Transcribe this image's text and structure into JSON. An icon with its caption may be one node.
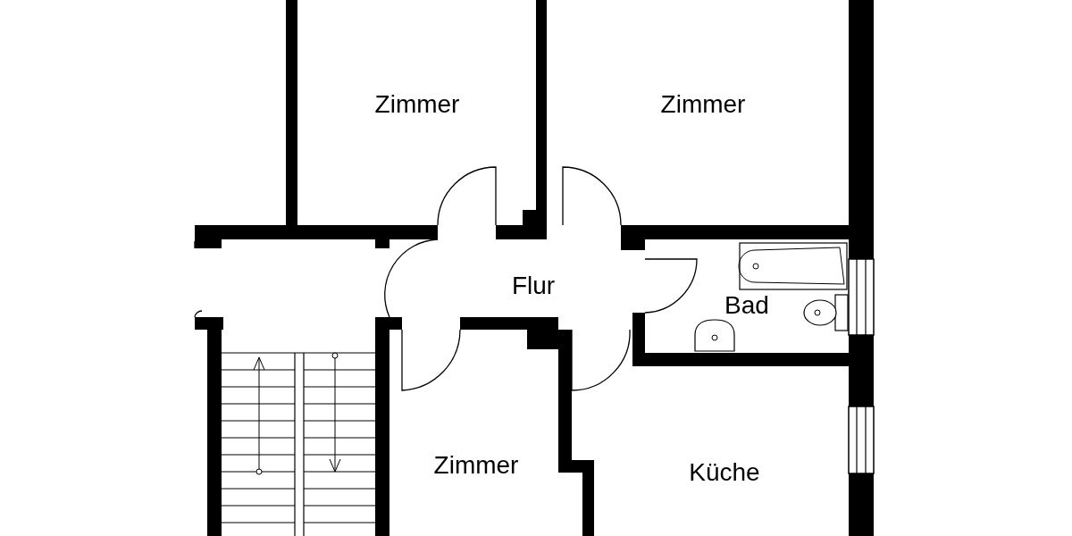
{
  "diagram": {
    "labels": [
      "Zimmer",
      "Zimmer",
      "Flur",
      "Bad",
      "Zimmer",
      "Küche"
    ]
  }
}
